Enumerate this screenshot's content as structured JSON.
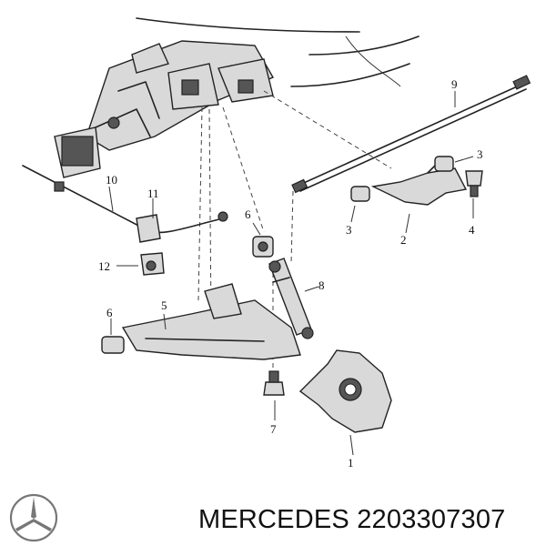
{
  "callouts": {
    "n1": "1",
    "n2": "2",
    "n3a": "3",
    "n3b": "3",
    "n4": "4",
    "n5": "5",
    "n6a": "6",
    "n6b": "6",
    "n7": "7",
    "n8": "8",
    "n9": "9",
    "n10": "10",
    "n11": "11",
    "n12": "12"
  },
  "footer": {
    "brand_part": "MERCEDES 2203307307"
  },
  "colors": {
    "ink": "#1d1d1d",
    "background": "#ffffff"
  }
}
